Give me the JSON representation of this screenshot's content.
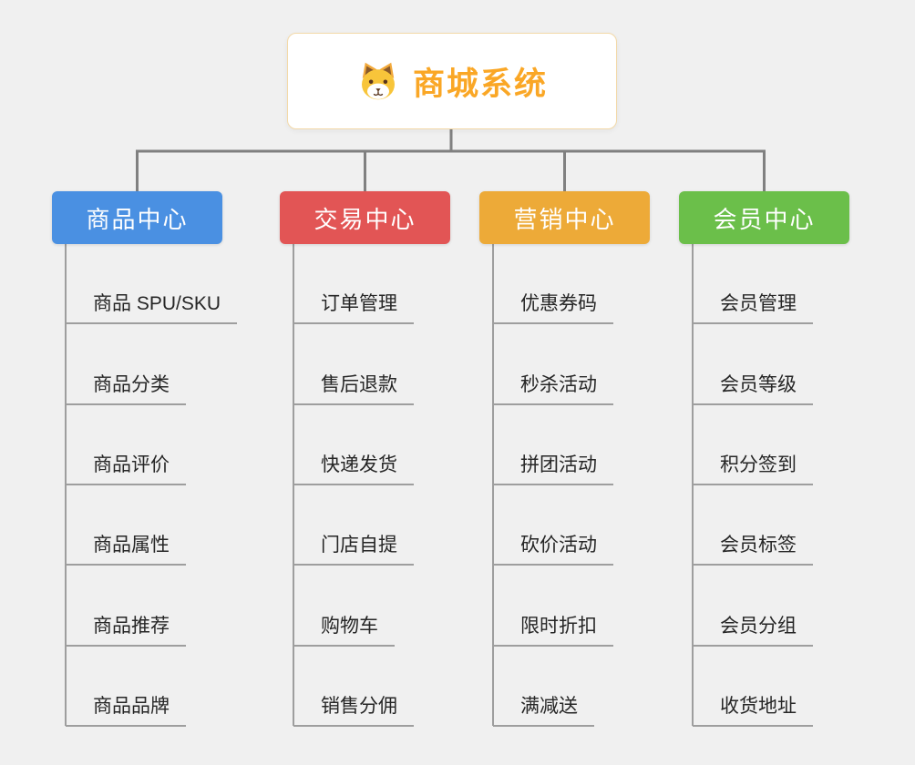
{
  "root": {
    "title": "商城系统",
    "icon": "dog-icon"
  },
  "branches": [
    {
      "label": "商品中心",
      "color": "#4a90e2",
      "children": [
        "商品 SPU/SKU",
        "商品分类",
        "商品评价",
        "商品属性",
        "商品推荐",
        "商品品牌"
      ]
    },
    {
      "label": "交易中心",
      "color": "#e25555",
      "children": [
        "订单管理",
        "售后退款",
        "快递发货",
        "门店自提",
        "购物车",
        "销售分佣"
      ]
    },
    {
      "label": "营销中心",
      "color": "#edaa38",
      "children": [
        "优惠券码",
        "秒杀活动",
        "拼团活动",
        "砍价活动",
        "限时折扣",
        "满减送"
      ]
    },
    {
      "label": "会员中心",
      "color": "#6bbf4a",
      "children": [
        "会员管理",
        "会员等级",
        "积分签到",
        "会员标签",
        "会员分组",
        "收货地址"
      ]
    }
  ],
  "colors": {
    "background": "#f0f0f0",
    "connector": "#808080",
    "leaf_line": "#9e9e9e",
    "root_title": "#faa726",
    "root_border": "#f3d9a8"
  }
}
